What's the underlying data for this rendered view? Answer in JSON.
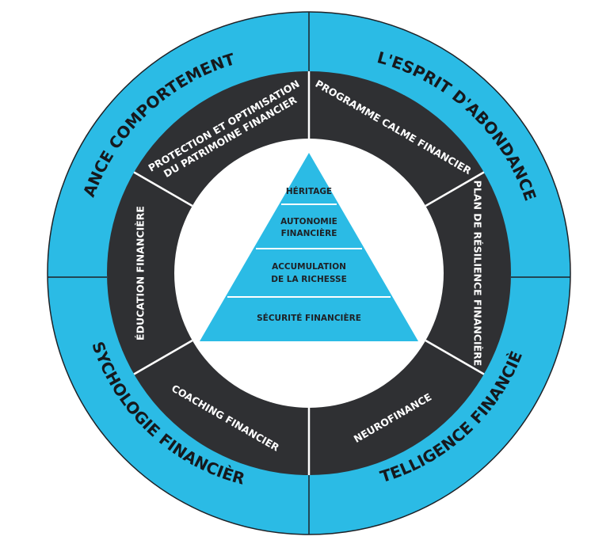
{
  "colors": {
    "outer_ring": "#2bbbe5",
    "middle_ring": "#2f3033",
    "inner_circle": "#ffffff",
    "pyramid": "#2bbbe5",
    "outline": "#1e2126"
  },
  "outer_ring": {
    "top_left": "FINANCE COMPORTEMENTALE",
    "top_right": "L'ESPRIT D'ABONDANCE",
    "bottom_left": "PSYCHOLOGIE FINANCIÈRE",
    "bottom_right": "INTELLIGENCE FINANCIÈRE"
  },
  "middle_ring": {
    "segments": [
      {
        "key": "programme",
        "lines": [
          "PROGRAMME CALME FINANCIER"
        ]
      },
      {
        "key": "plan",
        "lines": [
          "PLAN DE RÉSILIENCE FINANCIÈRE"
        ]
      },
      {
        "key": "neuro",
        "lines": [
          "NEUROFINANCE"
        ]
      },
      {
        "key": "coaching",
        "lines": [
          "COACHING FINANCIER"
        ]
      },
      {
        "key": "education",
        "lines": [
          "ÉDUCATION FINANCIÈRE"
        ]
      },
      {
        "key": "protection",
        "lines": [
          "PROTECTION ET OPTIMISATION",
          "DU PATRIMOINE FINANCIER"
        ]
      }
    ]
  },
  "pyramid": {
    "levels": [
      {
        "lines": [
          "HÉRITAGE"
        ]
      },
      {
        "lines": [
          "AUTONOMIE",
          "FINANCIÈRE"
        ]
      },
      {
        "lines": [
          "ACCUMULATION",
          "DE LA RICHESSE"
        ]
      },
      {
        "lines": [
          "SÉCURITÉ FINANCIÈRE"
        ]
      }
    ]
  }
}
